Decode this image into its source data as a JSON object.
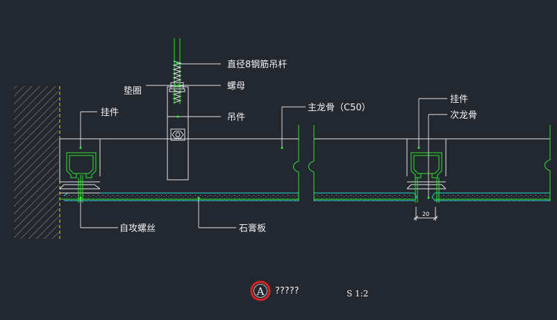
{
  "labels": {
    "rod": "直径8钢筋吊杆",
    "washer": "垫圈",
    "nut": "螺母",
    "hanger_left": "挂件",
    "hanger_fitting": "吊件",
    "main_keel": "主龙骨（C50）",
    "hanger_right": "挂件",
    "secondary_keel": "次龙骨",
    "screw": "自攻螺丝",
    "gypsum_board": "石膏板"
  },
  "dimension": {
    "value": "20"
  },
  "title_block": {
    "marker": "A",
    "title": "?????",
    "scale": "S 1:2"
  },
  "colors": {
    "background": "#232830",
    "line": "#e6e6e6",
    "green": "#2ee62e",
    "cyan": "#28d7dc",
    "yellow": "#e8e800",
    "red": "#e02020"
  }
}
